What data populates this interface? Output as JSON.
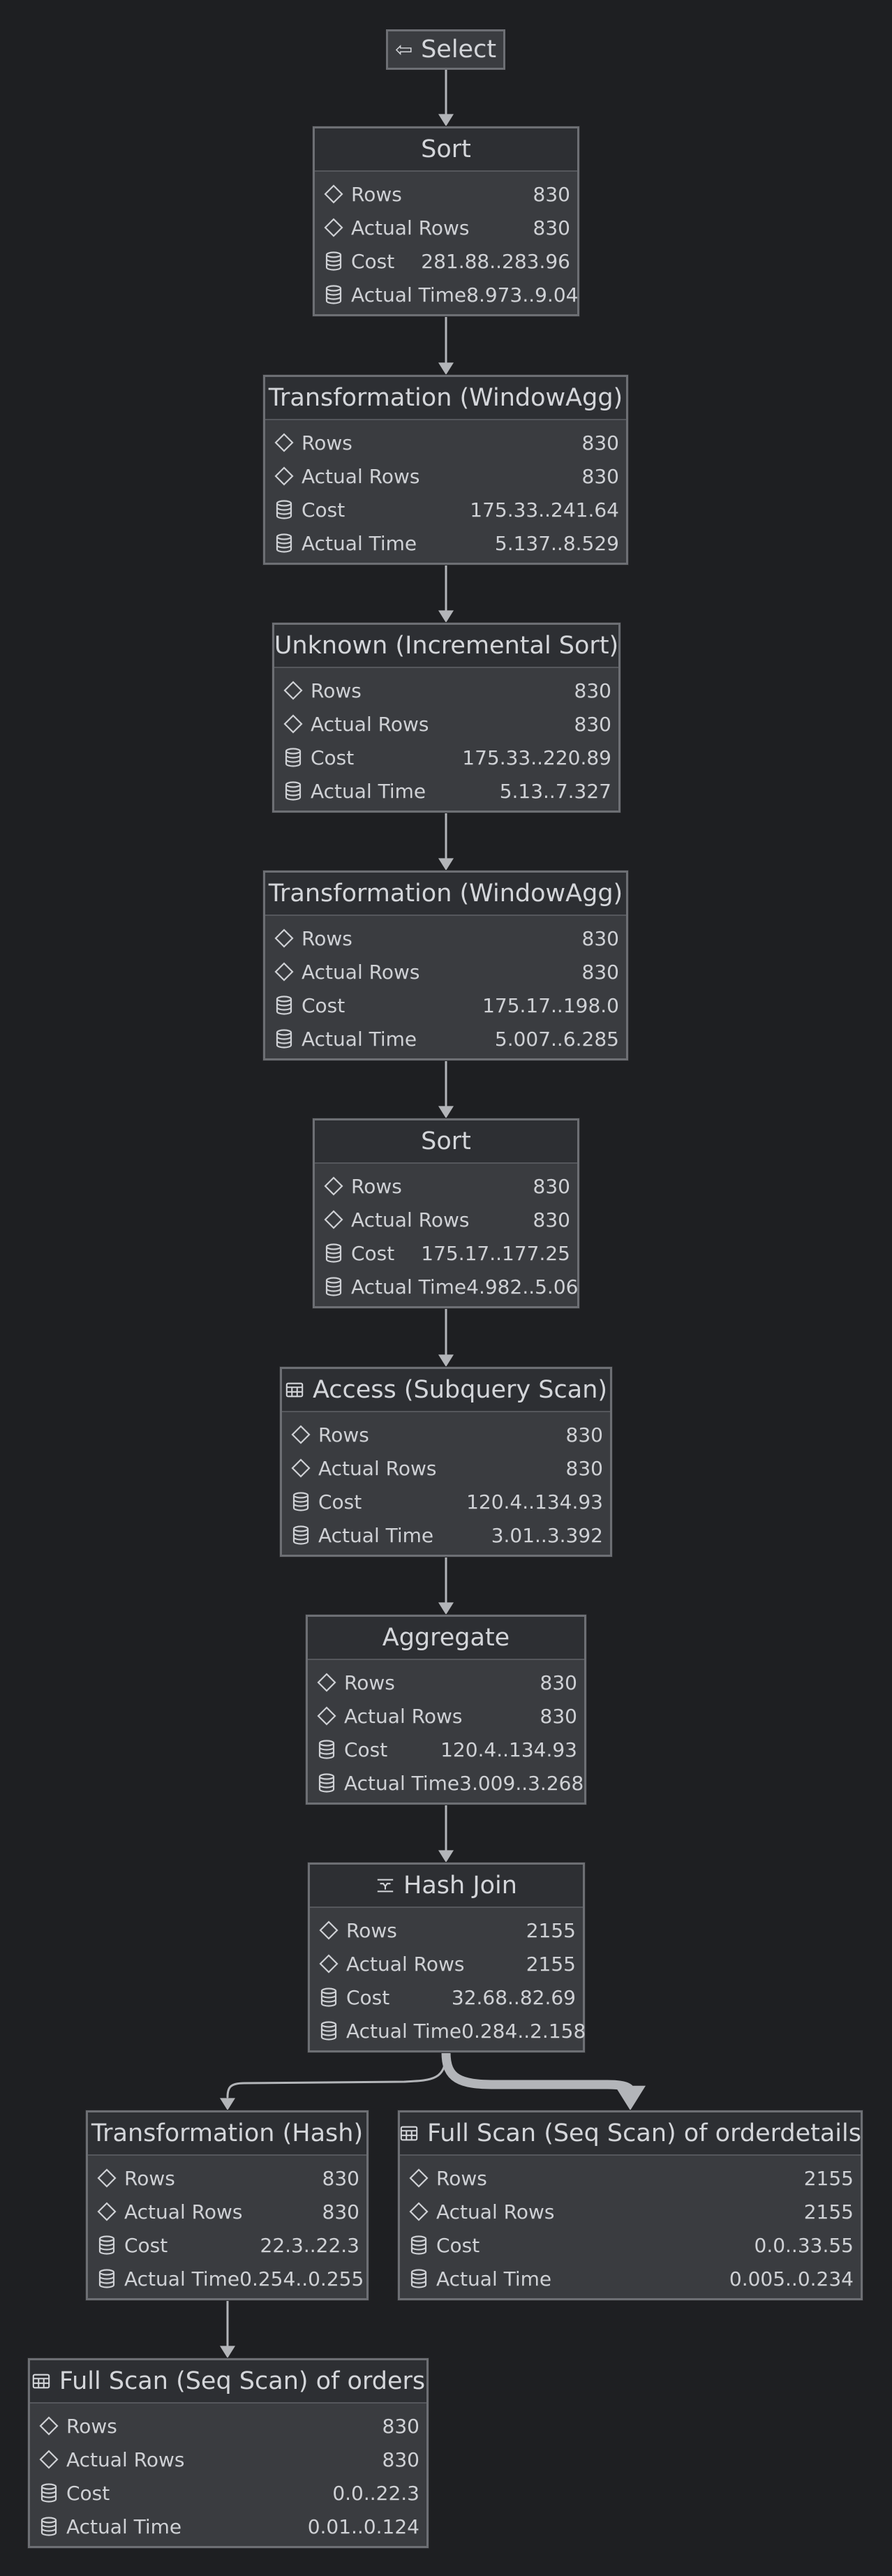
{
  "select_node": {
    "label": "Select",
    "icon": "back-arrow-icon"
  },
  "nodes": [
    {
      "id": "sort-1",
      "title": "Sort",
      "icon": "",
      "rows": [
        {
          "label": "Rows",
          "value": "830"
        },
        {
          "label": "Actual Rows",
          "value": "830"
        },
        {
          "label": "Cost",
          "value": "281.88..283.96"
        },
        {
          "label": "Actual Time",
          "value": "8.973..9.04"
        }
      ]
    },
    {
      "id": "windowagg-1",
      "title": "Transformation (WindowAgg)",
      "icon": "",
      "rows": [
        {
          "label": "Rows",
          "value": "830"
        },
        {
          "label": "Actual Rows",
          "value": "830"
        },
        {
          "label": "Cost",
          "value": "175.33..241.64"
        },
        {
          "label": "Actual Time",
          "value": "5.137..8.529"
        }
      ]
    },
    {
      "id": "incremental-sort",
      "title": "Unknown (Incremental Sort)",
      "icon": "",
      "rows": [
        {
          "label": "Rows",
          "value": "830"
        },
        {
          "label": "Actual Rows",
          "value": "830"
        },
        {
          "label": "Cost",
          "value": "175.33..220.89"
        },
        {
          "label": "Actual Time",
          "value": "5.13..7.327"
        }
      ]
    },
    {
      "id": "windowagg-2",
      "title": "Transformation (WindowAgg)",
      "icon": "",
      "rows": [
        {
          "label": "Rows",
          "value": "830"
        },
        {
          "label": "Actual Rows",
          "value": "830"
        },
        {
          "label": "Cost",
          "value": "175.17..198.0"
        },
        {
          "label": "Actual Time",
          "value": "5.007..6.285"
        }
      ]
    },
    {
      "id": "sort-2",
      "title": "Sort",
      "icon": "",
      "rows": [
        {
          "label": "Rows",
          "value": "830"
        },
        {
          "label": "Actual Rows",
          "value": "830"
        },
        {
          "label": "Cost",
          "value": "175.17..177.25"
        },
        {
          "label": "Actual Time",
          "value": "4.982..5.06"
        }
      ]
    },
    {
      "id": "subquery-scan",
      "title": "Access (Subquery Scan)",
      "icon": "table-icon",
      "rows": [
        {
          "label": "Rows",
          "value": "830"
        },
        {
          "label": "Actual Rows",
          "value": "830"
        },
        {
          "label": "Cost",
          "value": "120.4..134.93"
        },
        {
          "label": "Actual Time",
          "value": "3.01..3.392"
        }
      ]
    },
    {
      "id": "aggregate",
      "title": "Aggregate",
      "icon": "",
      "rows": [
        {
          "label": "Rows",
          "value": "830"
        },
        {
          "label": "Actual Rows",
          "value": "830"
        },
        {
          "label": "Cost",
          "value": "120.4..134.93"
        },
        {
          "label": "Actual Time",
          "value": "3.009..3.268"
        }
      ]
    },
    {
      "id": "hash-join",
      "title": "Hash Join",
      "icon": "hash-join-icon",
      "rows": [
        {
          "label": "Rows",
          "value": "2155"
        },
        {
          "label": "Actual Rows",
          "value": "2155"
        },
        {
          "label": "Cost",
          "value": "32.68..82.69"
        },
        {
          "label": "Actual Time",
          "value": "0.284..2.158"
        }
      ]
    },
    {
      "id": "hash",
      "title": "Transformation (Hash)",
      "icon": "",
      "rows": [
        {
          "label": "Rows",
          "value": "830"
        },
        {
          "label": "Actual Rows",
          "value": "830"
        },
        {
          "label": "Cost",
          "value": "22.3..22.3"
        },
        {
          "label": "Actual Time",
          "value": "0.254..0.255"
        }
      ]
    },
    {
      "id": "seq-orderdetails",
      "title": "Full Scan (Seq Scan) of orderdetails",
      "icon": "table-icon",
      "rows": [
        {
          "label": "Rows",
          "value": "2155"
        },
        {
          "label": "Actual Rows",
          "value": "2155"
        },
        {
          "label": "Cost",
          "value": "0.0..33.55"
        },
        {
          "label": "Actual Time",
          "value": "0.005..0.234"
        }
      ]
    },
    {
      "id": "seq-orders",
      "title": "Full Scan (Seq Scan) of orders",
      "icon": "table-icon",
      "rows": [
        {
          "label": "Rows",
          "value": "830"
        },
        {
          "label": "Actual Rows",
          "value": "830"
        },
        {
          "label": "Cost",
          "value": "0.0..22.3"
        },
        {
          "label": "Actual Time",
          "value": "0.01..0.124"
        }
      ]
    }
  ],
  "row_icons": {
    "Rows": "diamond-icon",
    "Actual Rows": "diamond-icon",
    "Cost": "database-icon",
    "Actual Time": "database-icon"
  },
  "colors": {
    "background": "#1e1f22",
    "node_fill": "#3a3c40",
    "node_header": "#2d2f33",
    "node_border": "#6d6f74",
    "edge": "#b3b5b9",
    "text": "#cfd1d5"
  }
}
